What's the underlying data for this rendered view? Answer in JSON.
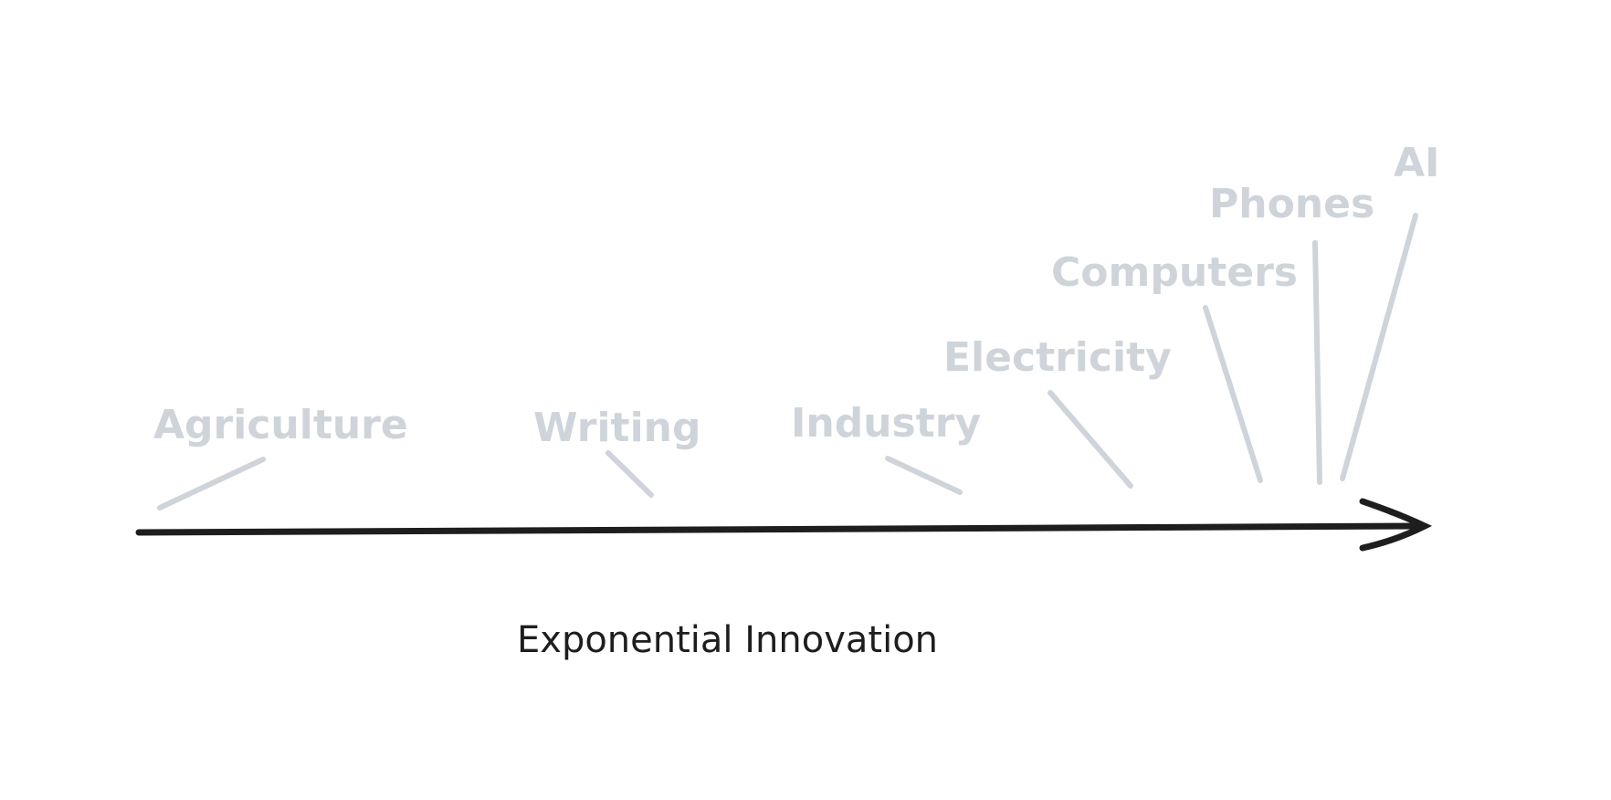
{
  "diagram": {
    "milestones": [
      "Agriculture",
      "Writing",
      "Industry",
      "Electricity",
      "Computers",
      "Phones",
      "AI"
    ],
    "caption": "Exponential Innovation",
    "colors": {
      "milestone": "#ced4da",
      "axis": "#1e1e1e",
      "background": "#ffffff"
    }
  }
}
